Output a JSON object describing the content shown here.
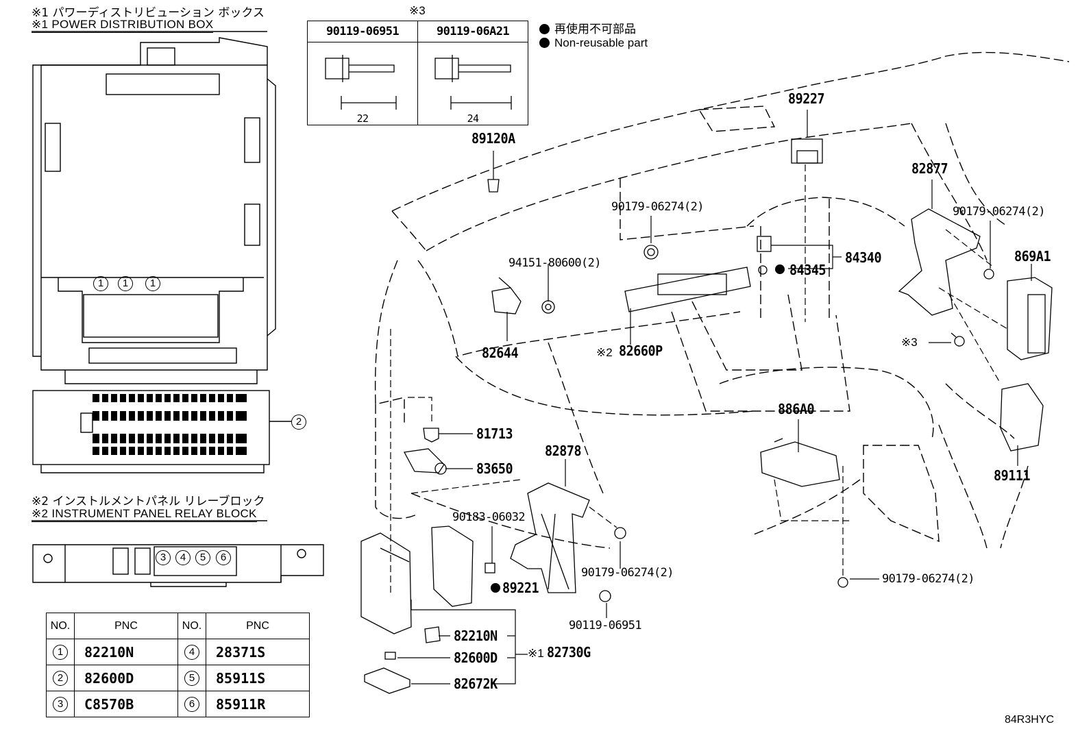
{
  "headers": {
    "pdb_ja": "※1 パワーディストリビューション ボックス",
    "pdb_en": "※1 POWER DISTRIBUTION BOX",
    "iprb_ja": "※2 インストルメントパネル リレーブロック",
    "iprb_en": "※2 INSTRUMENT PANEL RELAY BLOCK"
  },
  "bolt_table": {
    "note": "※3",
    "cols": [
      {
        "part": "90119-06951",
        "length": "22"
      },
      {
        "part": "90119-06A21",
        "length": "24"
      }
    ]
  },
  "legend": {
    "ja": "再使用不可部品",
    "en": "Non-reusable part"
  },
  "pdb_circles": [
    "1",
    "1",
    "1",
    "2"
  ],
  "relay_circles": [
    "3",
    "4",
    "5",
    "6"
  ],
  "pnc_table": {
    "headers": [
      "NO.",
      "PNC",
      "NO.",
      "PNC"
    ],
    "rows": [
      {
        "no1": "1",
        "pnc1": "82210N",
        "no2": "4",
        "pnc2": "28371S"
      },
      {
        "no1": "2",
        "pnc1": "82600D",
        "no2": "5",
        "pnc2": "85911S"
      },
      {
        "no1": "3",
        "pnc1": "C8570B",
        "no2": "6",
        "pnc2": "85911R"
      }
    ]
  },
  "callouts": {
    "p89227": "89227",
    "p89120a": "89120A",
    "p82877": "82877",
    "p90179a": "90179-06274(2)",
    "p90179b": "90179-06274(2)",
    "p869a1": "869A1",
    "p94151": "94151-80600(2)",
    "p84340": "84340",
    "p84345": "84345",
    "p82644": "82644",
    "p82660p_note": "※2",
    "p82660p": "82660P",
    "p3note": "※3",
    "p81713": "81713",
    "p83650": "83650",
    "p82878": "82878",
    "p886a0": "886A0",
    "p89111": "89111",
    "p90183": "90183-06032",
    "p89221": "89221",
    "p90179c": "90179-06274(2)",
    "p90179d": "90179-06274(2)",
    "p90119": "90119-06951",
    "p82210n": "82210N",
    "p82600d": "82600D",
    "p82730g_note": "※1",
    "p82730g": "82730G",
    "p82672k": "82672K"
  },
  "diagram_code": "84R3HYC"
}
